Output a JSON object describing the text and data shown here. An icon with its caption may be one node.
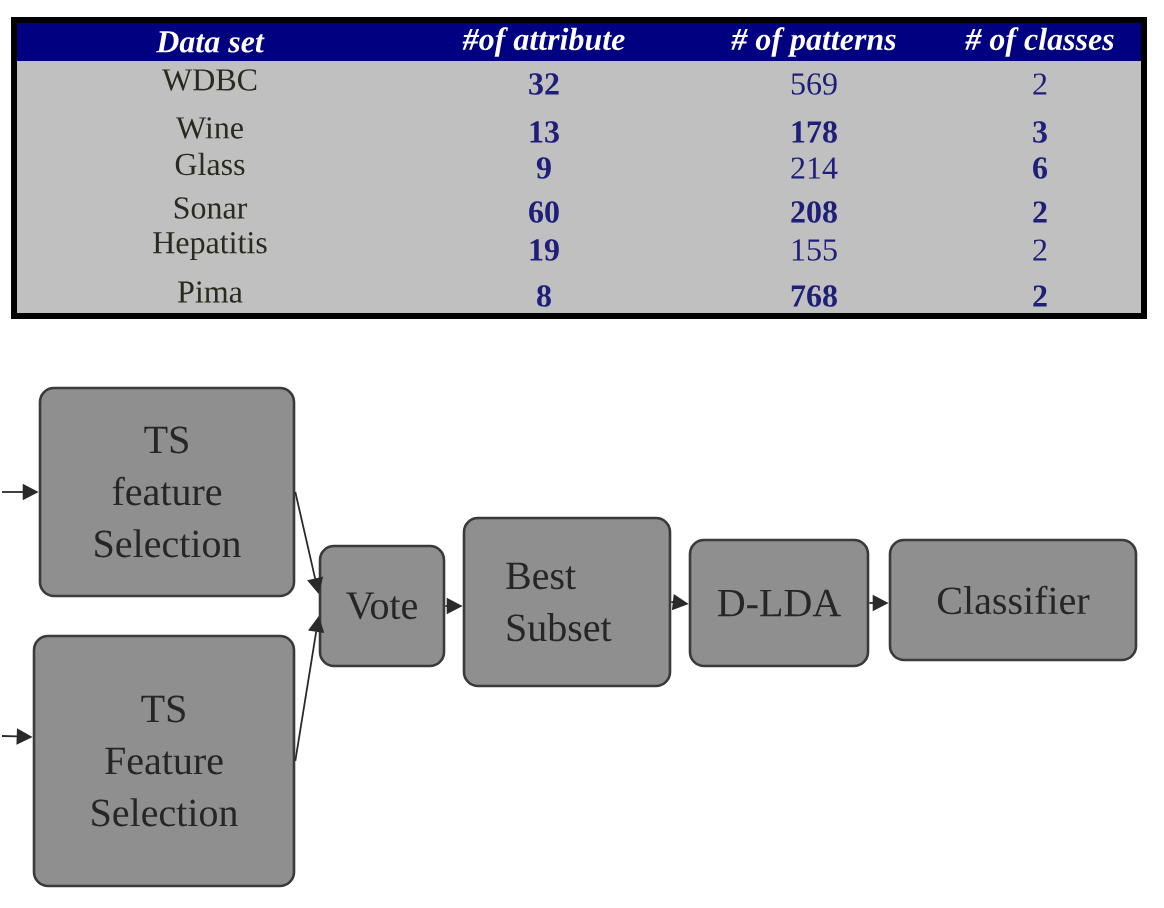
{
  "diagram": {
    "nodes": [
      {
        "text": [
          "TS feature Selection"
        ]
      },
      {
        "text": [
          "TS Feature Selection"
        ]
      },
      {
        "text": [
          "Vote"
        ]
      },
      {
        "text": [
          "Best Subset"
        ]
      },
      {
        "text": [
          "D-LDA"
        ]
      },
      {
        "text": [
          "Classifier"
        ]
      }
    ],
    "edges": [
      {
        "from": null,
        "to": 0,
        "arrow": "to"
      },
      {
        "from": null,
        "to": 1,
        "arrow": "to"
      },
      {
        "from": 0,
        "to": 2,
        "arrow": "to"
      },
      {
        "from": 1,
        "to": 2,
        "arrow": "to"
      },
      {
        "from": 2,
        "to": 3,
        "arrow": "to"
      },
      {
        "from": 3,
        "to": 4,
        "arrow": "to"
      },
      {
        "from": 4,
        "to": 5,
        "arrow": "to"
      }
    ],
    "labels": [
      "Data set",
      "#of attribute",
      "# of patterns",
      "# of classes",
      "WDBC",
      "32",
      "569",
      "2",
      "Wine",
      "13",
      "178",
      "3",
      "Glass",
      "9",
      "214",
      "6",
      "Sonar",
      "60",
      "208",
      "2",
      "Hepatitis",
      "19",
      "155",
      "2",
      "Pima",
      "8",
      "768",
      "2"
    ]
  }
}
